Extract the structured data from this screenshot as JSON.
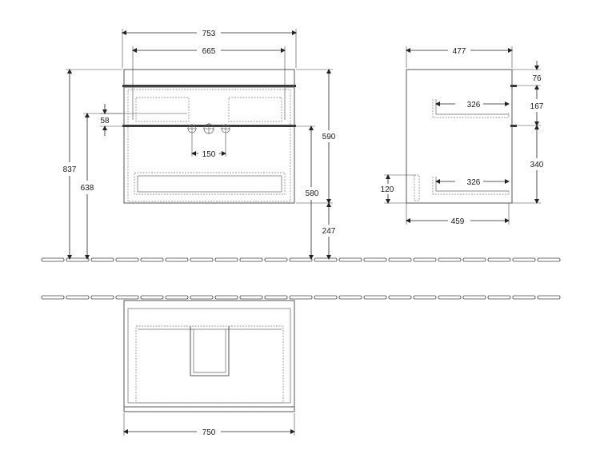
{
  "dimensions": {
    "total_width": "753",
    "inner_width": "665",
    "total_height": "837",
    "tap_height": "638",
    "tap_offset": "58",
    "tap_spacing": "150",
    "cabinet_height": "590",
    "cabinet_lower": "580",
    "floor_gap": "247",
    "side_depth": "477",
    "side_top": "76",
    "side_upper": "167",
    "side_lower": "340",
    "drawer_depth_top": "326",
    "drawer_depth_bottom": "326",
    "drawer_height": "120",
    "inner_depth": "459",
    "plan_width": "750"
  },
  "colors": {
    "line": "#555555",
    "dimension": "#222222",
    "bar": "#3a3a3a"
  }
}
